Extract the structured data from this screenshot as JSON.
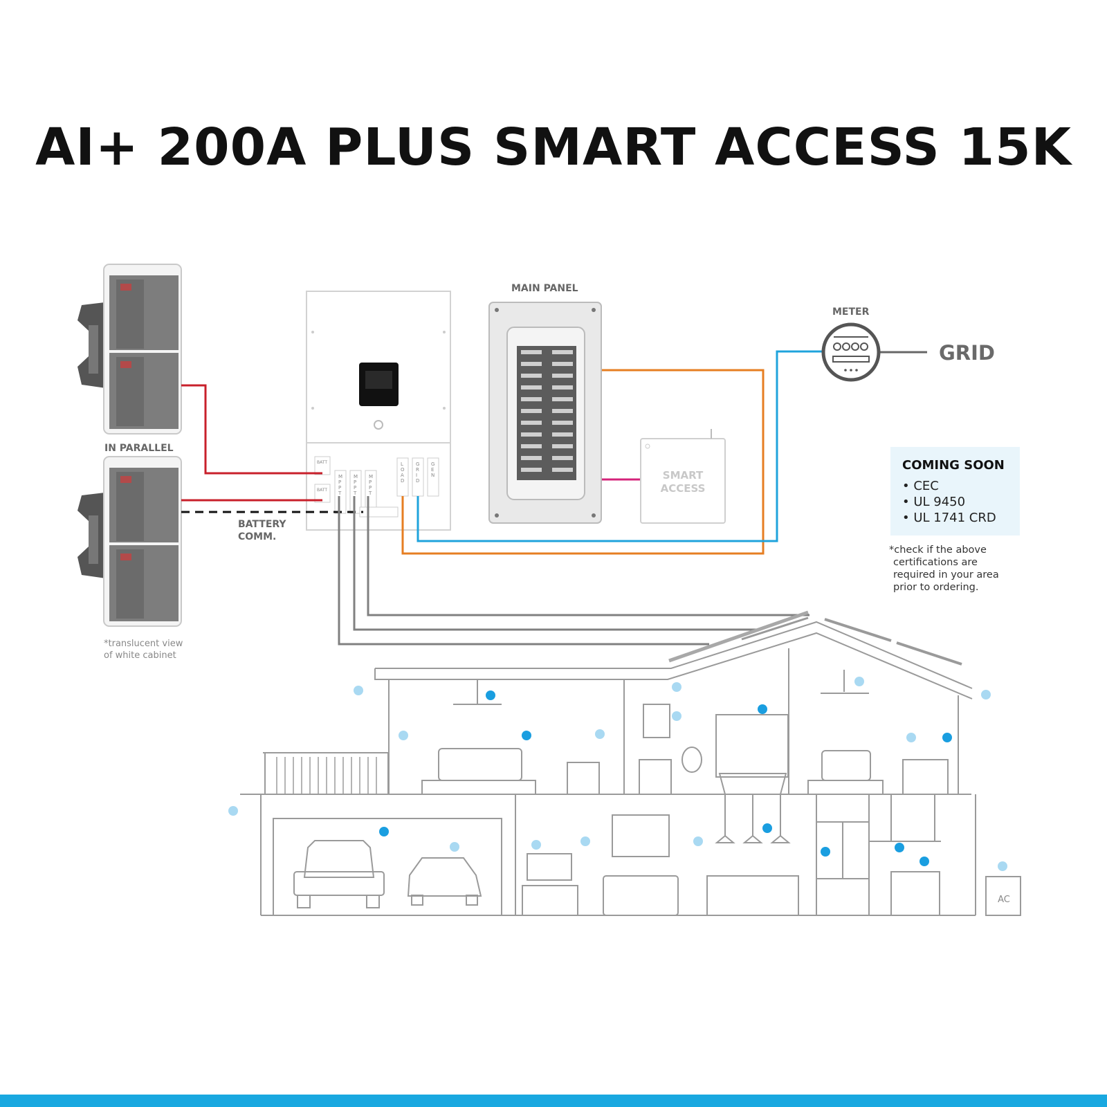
{
  "title": "AI+ 200A PLUS SMART ACCESS 15K",
  "labels": {
    "in_parallel": "IN PARALLEL",
    "translucent_note": [
      "*translucent view",
      "of white cabinet"
    ],
    "battery_comm": [
      "BATTERY",
      "COMM."
    ],
    "main_panel": "MAIN PANEL",
    "meter": "METER",
    "grid": "GRID",
    "smart_access": [
      "SMART",
      "ACCESS"
    ],
    "inverter_ports": {
      "batt": "BATT",
      "mppt": [
        "M",
        "P",
        "P",
        "T"
      ],
      "load": [
        "L",
        "O",
        "A",
        "D"
      ],
      "grid": [
        "G",
        "R",
        "I",
        "D"
      ],
      "gen": [
        "G",
        "E",
        "N"
      ]
    },
    "ac_unit": "AC"
  },
  "coming_soon": {
    "title": "COMING SOON",
    "items": [
      "CEC",
      "UL 9450",
      "UL 1741 CRD"
    ]
  },
  "disclaimer": [
    "*check if the above",
    "certifications are",
    "required in your area",
    "prior to ordering."
  ],
  "colors": {
    "battery_wire": "#c8202b",
    "comm_wire": "#111111",
    "load_wire": "#e67e22",
    "grid_wire": "#1fa3dc",
    "smart_access_wire": "#d4237a",
    "pv_wire": "#808080",
    "house_line": "#9a9a9a",
    "load_dot_active": "#1a9ee0",
    "load_dot_idle": "#a9d9f2",
    "accent_bar": "#19a8e0"
  }
}
